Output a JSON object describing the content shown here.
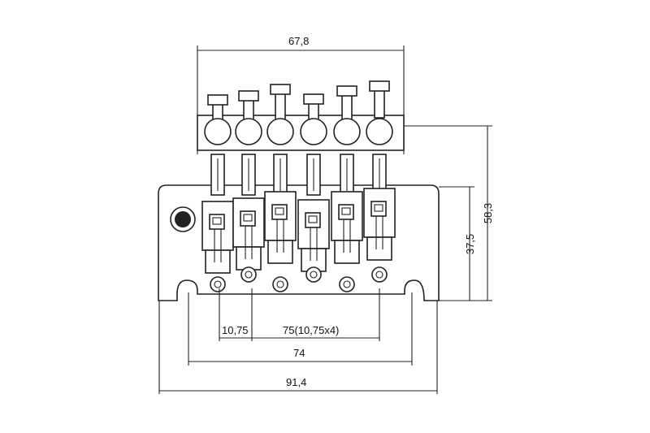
{
  "title": "Tremolo bridge dimension drawing",
  "dimensions": {
    "top_width": "67,8",
    "height_total": "58,3",
    "height_base": "37,5",
    "string_spacing": "10,75",
    "spacing_span": "75(10,75x4)",
    "post_spacing": "74",
    "total_width": "91,4"
  },
  "saddle_count": 6,
  "colors": {
    "line": "#222222",
    "background": "#ffffff"
  }
}
